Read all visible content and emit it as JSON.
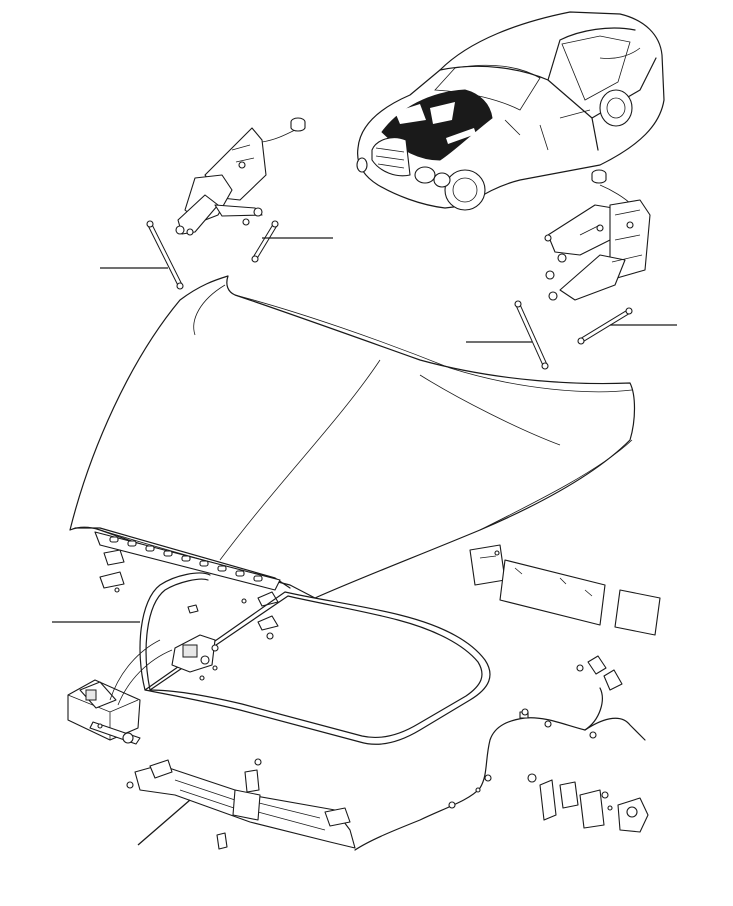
{
  "diagram": {
    "kind": "exploded-parts-view",
    "subject": "bonnet assembly",
    "colors": {
      "line": "#1a1a1a",
      "background": "#ffffff",
      "highlight": "#1a1a1a"
    },
    "parts": [
      "car-overview-illustration",
      "left-hinge",
      "right-hinge",
      "left-gas-strut",
      "left-hinge-link-rod",
      "right-gas-strut",
      "right-hinge-link-rod",
      "bonnet-panel",
      "bonnet-seal",
      "insulation-pads",
      "latch-assembly",
      "release-cable",
      "lock-carrier-panel",
      "release-handle-parts"
    ],
    "leader_count": 8
  }
}
